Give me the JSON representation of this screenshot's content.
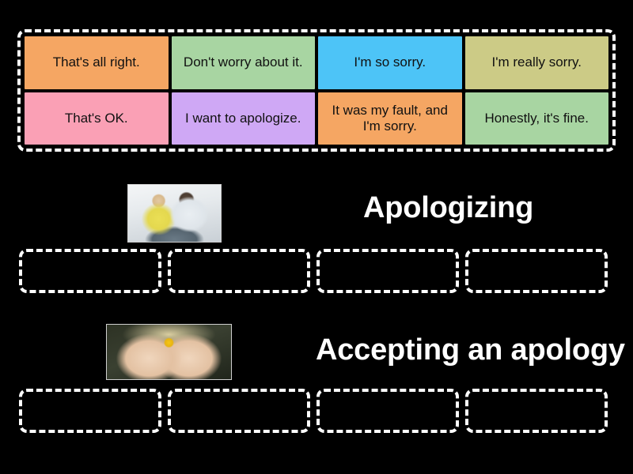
{
  "activity": {
    "type": "drag-and-drop-group-sort",
    "background_color": "#000000",
    "zone_border_color": "#ffffff"
  },
  "word_bank": {
    "name": "word-bank",
    "tiles": [
      {
        "label": "That's all right.",
        "color": "#F5A663"
      },
      {
        "label": "Don't worry about it.",
        "color": "#A8D5A2"
      },
      {
        "label": "I'm so sorry.",
        "color": "#4DC4F7"
      },
      {
        "label": "I'm really sorry.",
        "color": "#CCCB86"
      },
      {
        "label": "That's OK.",
        "color": "#FAA0B5"
      },
      {
        "label": "I want to apologize.",
        "color": "#CFA8F5"
      },
      {
        "label": "It was my fault, and I'm sorry.",
        "color": "#F5A663"
      },
      {
        "label": "Honestly, it's fine.",
        "color": "#A8D5A2"
      }
    ]
  },
  "categories": [
    {
      "id": "apologizing",
      "title": "Apologizing",
      "image_name": "photo-man-comforting-upset-woman",
      "drop_zones": [
        "",
        "",
        "",
        ""
      ]
    },
    {
      "id": "accepting",
      "title": "Accepting an apology",
      "image_name": "photo-open-hands-holding-yellow-flower",
      "drop_zones": [
        "",
        "",
        "",
        ""
      ]
    }
  ]
}
